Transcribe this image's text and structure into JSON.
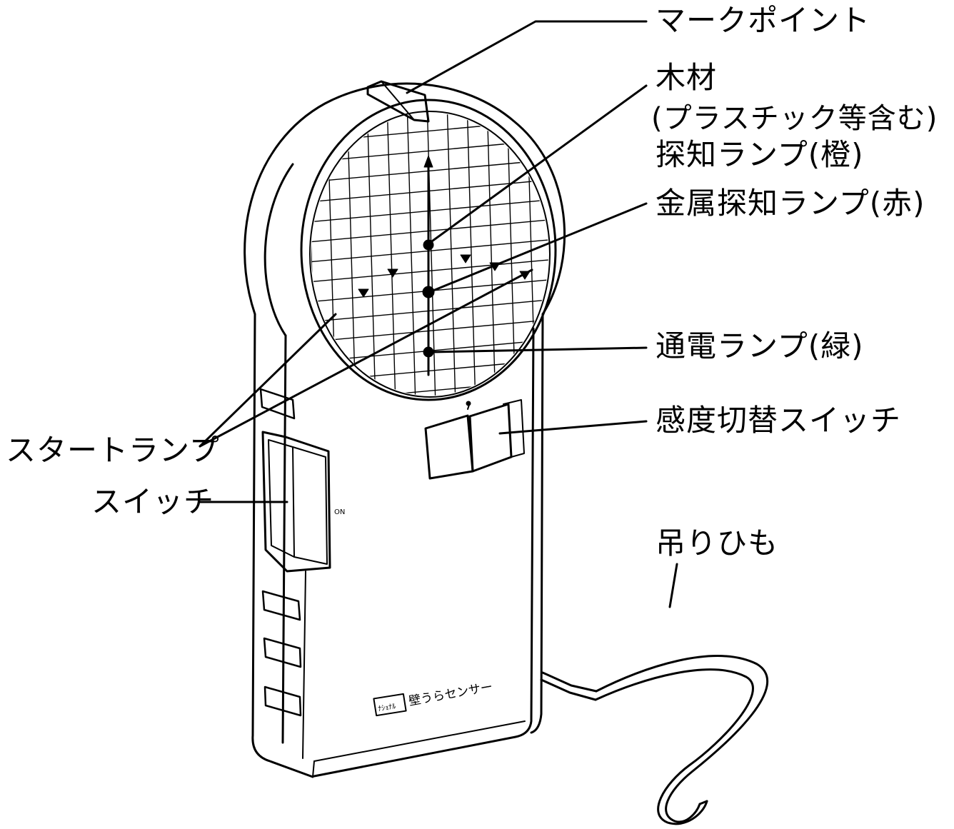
{
  "labels": {
    "mark_point": "マークポイント",
    "wood_line1": "木材",
    "wood_line2": "(プラスチック等含む)",
    "wood_line3": "探知ランプ(橙)",
    "metal": "金属探知ランプ(赤)",
    "power": "通電ランプ(緑)",
    "sensitivity": "感度切替スイッチ",
    "start": "スタートランプ",
    "switch": "スイッチ",
    "strap": "吊りひも"
  },
  "device": {
    "brand_box": "ﾅｼｮﾅﾙ",
    "name": "壁うらセンサー",
    "on_mark": "ON"
  },
  "colors": {
    "ink": "#000000",
    "paper": "#ffffff"
  }
}
